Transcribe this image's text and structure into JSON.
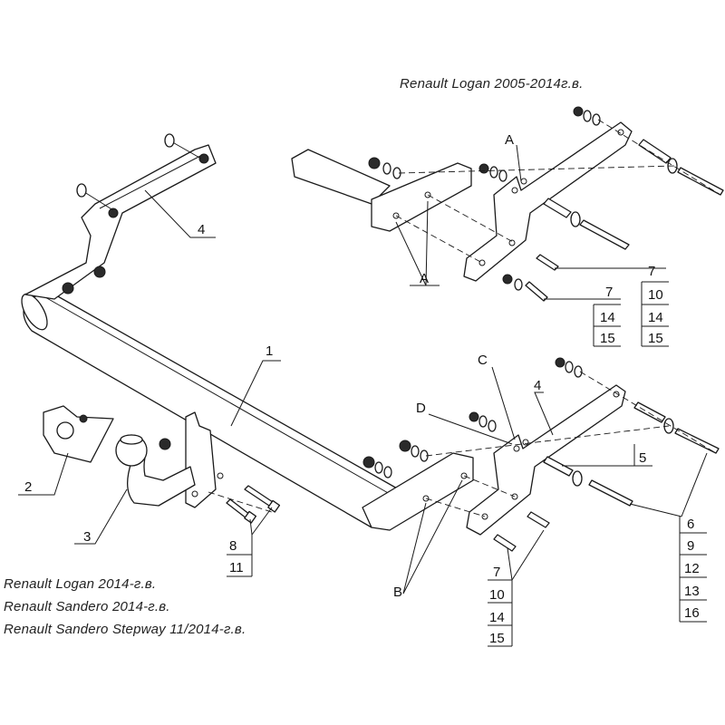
{
  "captions": {
    "top": "Renault Logan 2005-2014г.в.",
    "bottom": [
      "Renault Logan 2014-г.в.",
      "Renault Sandero 2014-г.в.",
      "Renault Sandero Stepway 11/2014-г.в."
    ]
  },
  "callouts": {
    "part1": "1",
    "part2": "2",
    "part3": "3",
    "part4_left": "4",
    "part4_right": "4",
    "part5": "5",
    "A_top": "A",
    "A_mid": "A",
    "B": "B",
    "C": "C",
    "D": "D"
  },
  "tables": {
    "top_left": [
      "7",
      "14",
      "15"
    ],
    "top_right": [
      "7",
      "10",
      "14",
      "15"
    ],
    "bottom_left": [
      "8",
      "11"
    ],
    "bottom_mid": [
      "7",
      "10",
      "14",
      "15"
    ],
    "bottom_right": [
      "6",
      "9",
      "12",
      "13",
      "16"
    ]
  }
}
